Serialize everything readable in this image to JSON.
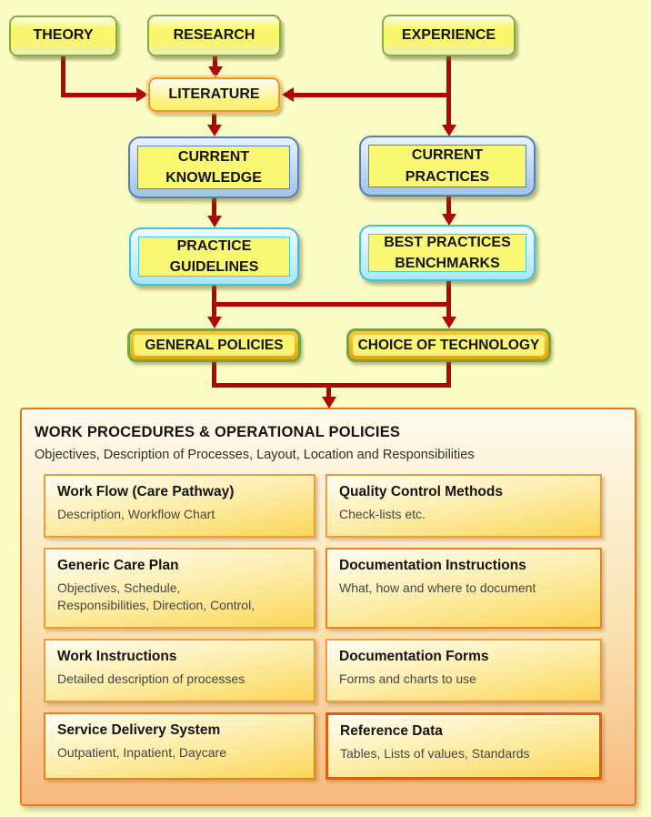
{
  "colors": {
    "background": "#FBFBC4",
    "arrow_red": "#AF0707",
    "source_node_border_green": "#7FAF3F",
    "literature_node_border_orange": "#F0962F",
    "knowledge_node_border_blue": "#4E81BD",
    "guidelines_node_border_cyan": "#3EC3DE",
    "policy_node_border_green": "#6FA83C",
    "policy_node_ring_gold": "#EAA702",
    "node_fill_yellow": "#FAF873",
    "panel_border_orange": "#E87818",
    "card_border_orange": "#F09A40"
  },
  "nodes": {
    "theory": "THEORY",
    "research": "RESEARCH",
    "experience": "EXPERIENCE",
    "literature": "LITERATURE",
    "current_knowledge": "CURRENT KNOWLEDGE",
    "current_practices": "CURRENT PRACTICES",
    "practice_guidelines": "PRACTICE GUIDELINES",
    "best_practices_benchmarks": "BEST PRACTICES BENCHMARKS",
    "general_policies": "GENERAL POLICIES",
    "choice_of_technology": "CHOICE OF TECHNOLOGY"
  },
  "work_procedures": {
    "title": "WORK PROCEDURES & OPERATIONAL POLICIES",
    "subtitle": "Objectives, Description of Processes, Layout, Location and Responsibilities",
    "cards": [
      {
        "title": "Work Flow (Care Pathway)",
        "body": "Description, Workflow Chart"
      },
      {
        "title": "Quality Control Methods",
        "body": "Check-lists etc."
      },
      {
        "title": "Generic Care Plan",
        "body": "Objectives, Schedule,\nResponsibilities, Direction, Control,"
      },
      {
        "title": "Documentation Instructions",
        "body": "What, how and where to document"
      },
      {
        "title": "Work Instructions",
        "body": "Detailed description of processes"
      },
      {
        "title": "Documentation Forms",
        "body": "Forms and charts to use"
      },
      {
        "title": "Service Delivery System",
        "body": "Outpatient, Inpatient, Daycare"
      },
      {
        "title": "Reference Data",
        "body": "Tables, Lists of values, Standards"
      }
    ]
  }
}
